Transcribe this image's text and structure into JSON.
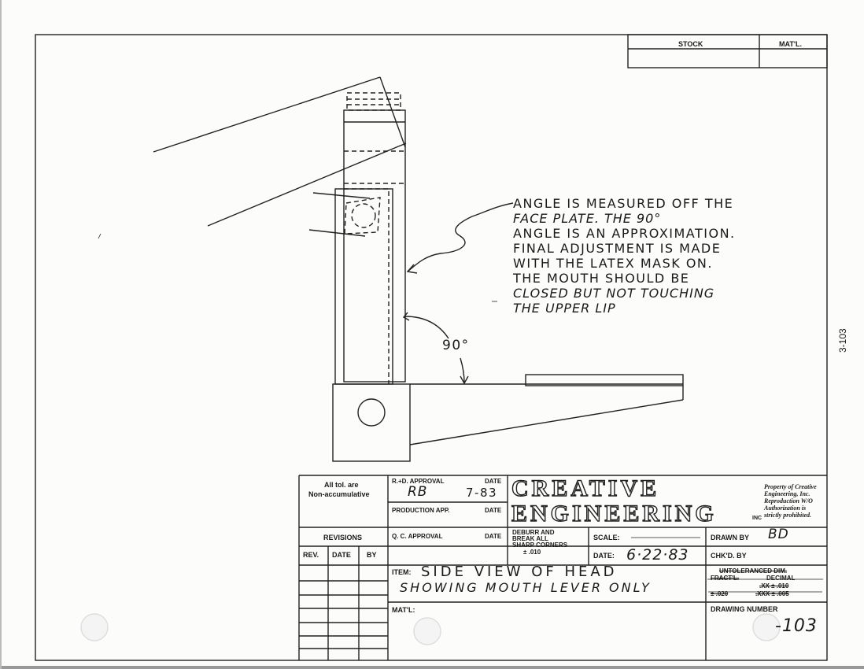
{
  "stock_header": {
    "stock": "STOCK",
    "matl": "MAT'L."
  },
  "side_code": "3-103",
  "note": {
    "lines": [
      "ANGLE IS MEASURED OFF THE",
      "FACE PLATE.    THE 90°",
      "ANGLE IS AN APPROXIMATION.",
      "FINAL ADJUSTMENT IS MADE",
      "WITH THE LATEX MASK ON.",
      "THE MOUTH SHOULD BE",
      "CLOSED BUT NOT TOUCHING",
      "THE UPPER LIP"
    ]
  },
  "angle_label": "90°",
  "title_block": {
    "tolerance_note": [
      "All tol. are",
      "Non-accumulative"
    ],
    "revisions": "REVISIONS",
    "rev_cols": [
      "REV.",
      "DATE",
      "BY"
    ],
    "rd_approval": "R.+D. APPROVAL",
    "date": "DATE",
    "rd_initials": "RB",
    "rd_date": "7-83",
    "production_app": "PRODUCTION APP.",
    "qc_approval": "Q. C. APPROVAL",
    "company_line1": "CREATIVE",
    "company_line2": "ENGINEERING",
    "inc": "INC",
    "property_note": "Property of Creative Engineering, Inc. Reproduction W/O Authorization is strictly prohibited.",
    "deburr": [
      "DEBURR AND",
      "BREAK ALL",
      "SHARP CORNERS",
      "±   .010"
    ],
    "scale_label": "SCALE:",
    "date_label": "DATE:",
    "date_value": "6·22·83",
    "drawn_by": "DRAWN BY",
    "drawn_initials": "BD",
    "chkd_by": "CHK'D. BY",
    "item_label": "ITEM:",
    "item_line1": "SIDE VIEW OF HEAD",
    "item_line2": "SHOWING MOUTH LEVER ONLY",
    "untoleranced": "UNTOLERANCED DIM.",
    "fract": "FRACT'L.",
    "decimal": "DECIMAL",
    "tol_xx": ".XX  ±   .010",
    "tol_fract": "± .020",
    "tol_xxx": ".XXX ±   .005",
    "matl_label": "MAT'L:",
    "drawing_number_label": "DRAWING NUMBER",
    "drawing_number": "-103"
  }
}
